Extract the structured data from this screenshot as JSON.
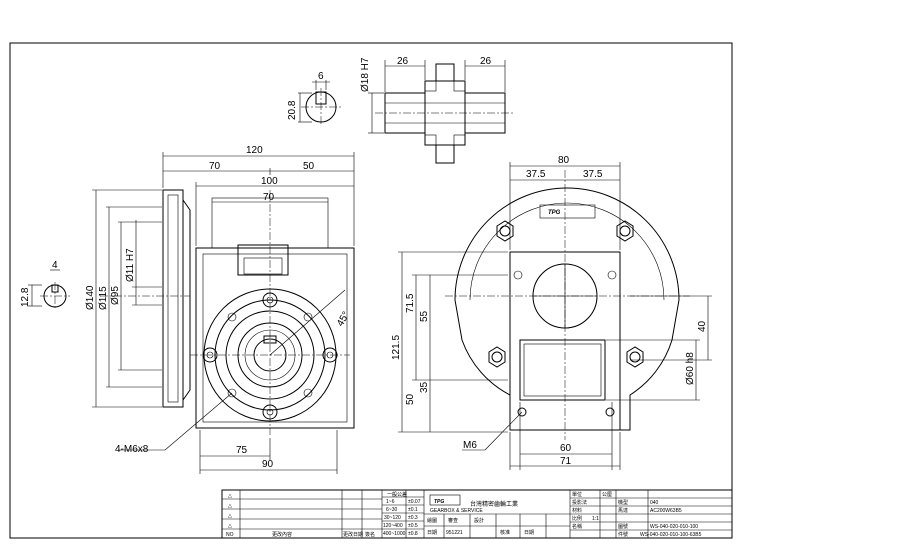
{
  "shaft_detail": {
    "key_width": "6",
    "height": "20.8"
  },
  "coupling_detail": {
    "left": "26",
    "right": "26",
    "bore": "Ø18 H7"
  },
  "left_key_detail": {
    "key_width": "4",
    "height": "12.8"
  },
  "side_view": {
    "overall_width": "120",
    "left_part": "70",
    "right_part": "50",
    "body": "100",
    "top": "70",
    "dia_140": "Ø140",
    "dia_115": "Ø115",
    "dia_95": "Ø95",
    "bore": "Ø11 H7",
    "angle": "45°",
    "bottom_left": "75",
    "bottom_total": "90",
    "holes": "4-M6x8"
  },
  "front_view": {
    "overall_width": "80",
    "half_left": "37.5",
    "half_right": "37.5",
    "h_121_5": "121.5",
    "h_71_5": "71.5",
    "h_55": "55",
    "h_50": "50",
    "h_35": "35",
    "h_40": "40",
    "dia_60": "Ø60 h8",
    "bottom_60": "60",
    "bottom_71": "71",
    "thread": "M6"
  },
  "title_block": {
    "tolerance_header": "一般公差",
    "tol_rows": [
      {
        "range": "1~6",
        "val": "±0.07"
      },
      {
        "range": "6~30",
        "val": "±0.1"
      },
      {
        "range": "30~120",
        "val": "±0.3"
      },
      {
        "range": "120~400",
        "val": "±0.5"
      },
      {
        "range": "400~1000",
        "val": "±0.8"
      }
    ],
    "company": "台灣精密齒輪工業",
    "brand_sub": "GEARBOX & SERVICE",
    "drawn_label": "繪圖",
    "review_label": "審查",
    "design_label": "設計",
    "date_label": "日期",
    "date_value": "951221",
    "approve_label": "核准",
    "check_label": "日期",
    "unit_label": "單位",
    "unit_value": "公厘",
    "material_label": "材料",
    "scale_label": "比例",
    "scale_value": "1:1",
    "model_label": "機型",
    "model_value": "040",
    "motor_label": "馬達",
    "motor_value": "AC200W63B5",
    "proj_label": "投影法",
    "name_label": "名稱",
    "drawing_label": "圖號",
    "drawing_value": "WS-040-020-010-100",
    "part_label": "件號",
    "part_value": "WS-040-020-010-100-63B5",
    "rev_label": "NO",
    "rev_content": "更改內容",
    "rev_date": "更改日期",
    "rev_sign": "簽名"
  }
}
